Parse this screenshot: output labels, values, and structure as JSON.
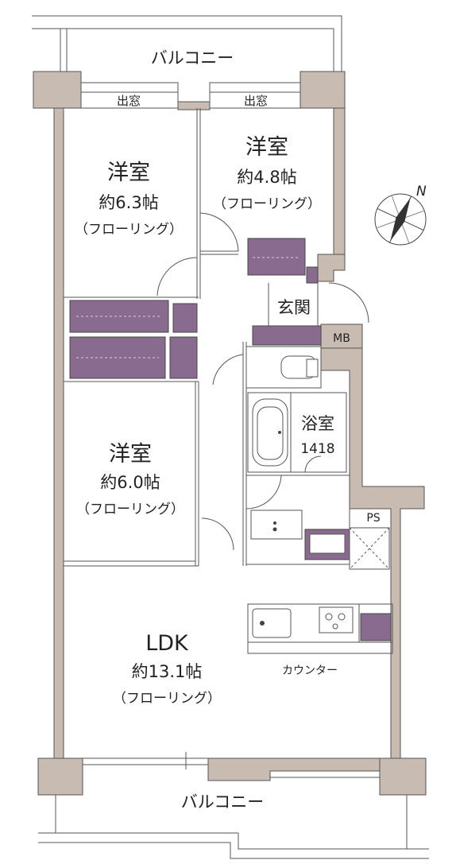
{
  "rooms": {
    "balcony_top": "バルコニー",
    "balcony_bottom": "バルコニー",
    "bay_window_left": "出窓",
    "bay_window_right": "出窓",
    "western_1": {
      "name": "洋室",
      "size": "約6.3帖",
      "floor": "（フローリング）"
    },
    "western_2": {
      "name": "洋室",
      "size": "約4.8帖",
      "floor": "（フローリング）"
    },
    "western_3": {
      "name": "洋室",
      "size": "約6.0帖",
      "floor": "（フローリング）"
    },
    "entrance": "玄関",
    "mb": "MB",
    "bath": {
      "name": "浴室",
      "size": "1418"
    },
    "ps": "PS",
    "ldk": {
      "name": "LDK",
      "size": "約13.1帖",
      "floor": "（フローリング）"
    },
    "counter": "カウンター"
  },
  "compass": {
    "north_label": "N"
  },
  "colors": {
    "wall": "#c8bcb2",
    "storage": "#8a6b90",
    "line": "#555555"
  }
}
